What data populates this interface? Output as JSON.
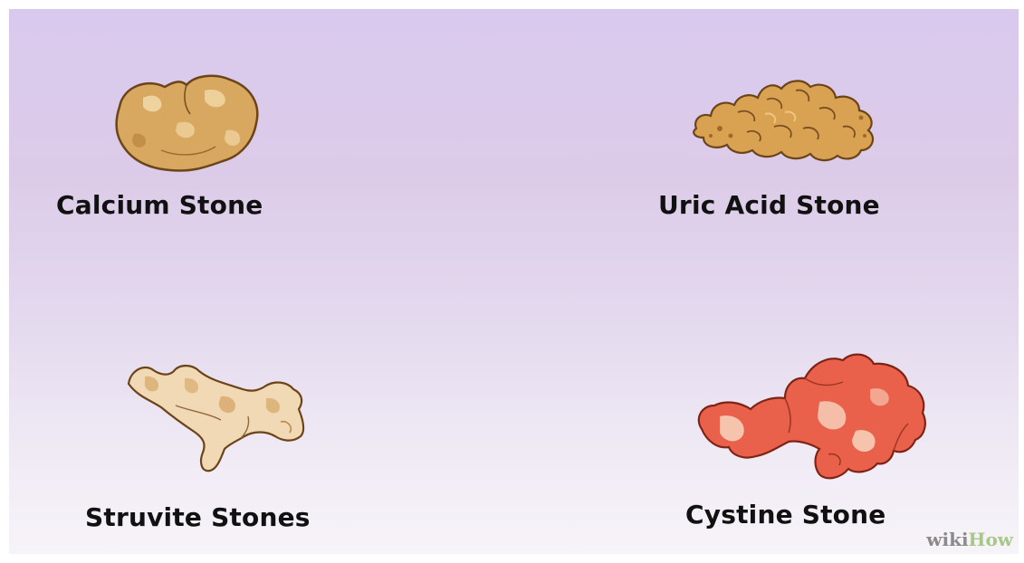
{
  "stones": [
    {
      "name": "calcium",
      "label": "Calcium Stone",
      "color": "#d8a860"
    },
    {
      "name": "uric-acid",
      "label": "Uric Acid Stone",
      "color": "#d9a253"
    },
    {
      "name": "struvite",
      "label": "Struvite Stones",
      "color": "#f1d9b6"
    },
    {
      "name": "cystine",
      "label": "Cystine Stone",
      "color": "#e9614a"
    }
  ],
  "watermark": {
    "part1": "wiki",
    "part2": "How"
  }
}
